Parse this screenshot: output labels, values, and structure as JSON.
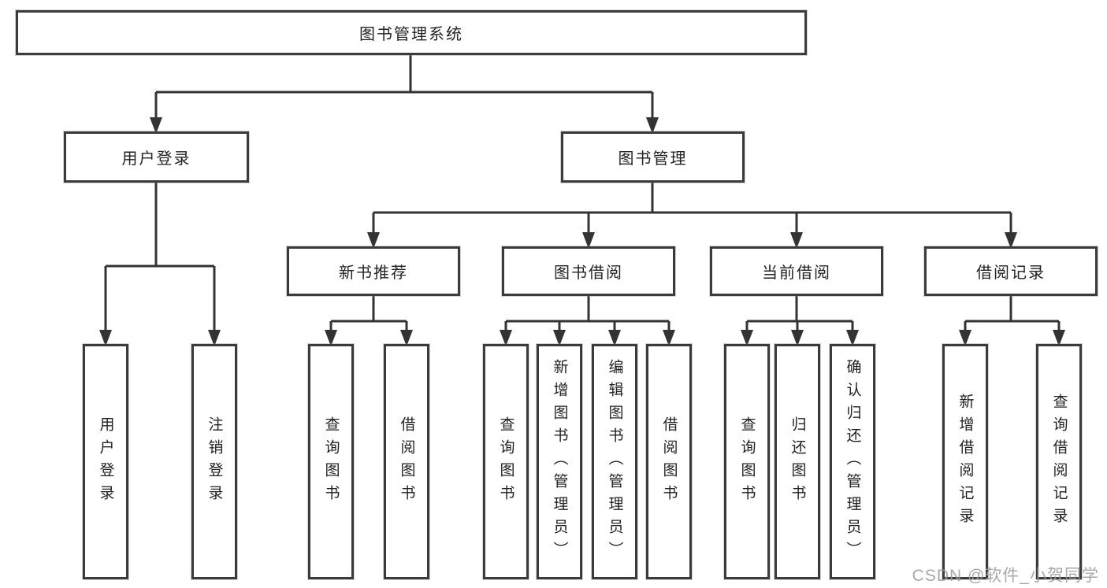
{
  "tree": {
    "label": "图书管理系统",
    "children": [
      {
        "label": "用户登录",
        "children": [
          {
            "label": "用户登录"
          },
          {
            "label": "注销登录"
          }
        ]
      },
      {
        "label": "图书管理",
        "children": [
          {
            "label": "新书推荐",
            "children": [
              {
                "label": "查询图书"
              },
              {
                "label": "借阅图书"
              }
            ]
          },
          {
            "label": "图书借阅",
            "children": [
              {
                "label": "查询图书"
              },
              {
                "label": "新增图书（管理员）"
              },
              {
                "label": "编辑图书（管理员）"
              },
              {
                "label": "借阅图书"
              }
            ]
          },
          {
            "label": "当前借阅",
            "children": [
              {
                "label": "查询图书"
              },
              {
                "label": "归还图书"
              },
              {
                "label": "确认归还（管理员）"
              }
            ]
          },
          {
            "label": "借阅记录",
            "children": [
              {
                "label": "新增借阅记录"
              },
              {
                "label": "查询借阅记录"
              }
            ]
          }
        ]
      }
    ]
  },
  "watermark": {
    "text": "CSDN @软件_小贺同学",
    "color": "#9e9e9e"
  },
  "colors": {
    "line": "#333333",
    "border": "#3b3b3b",
    "text": "#222222",
    "background": "#ffffff"
  }
}
